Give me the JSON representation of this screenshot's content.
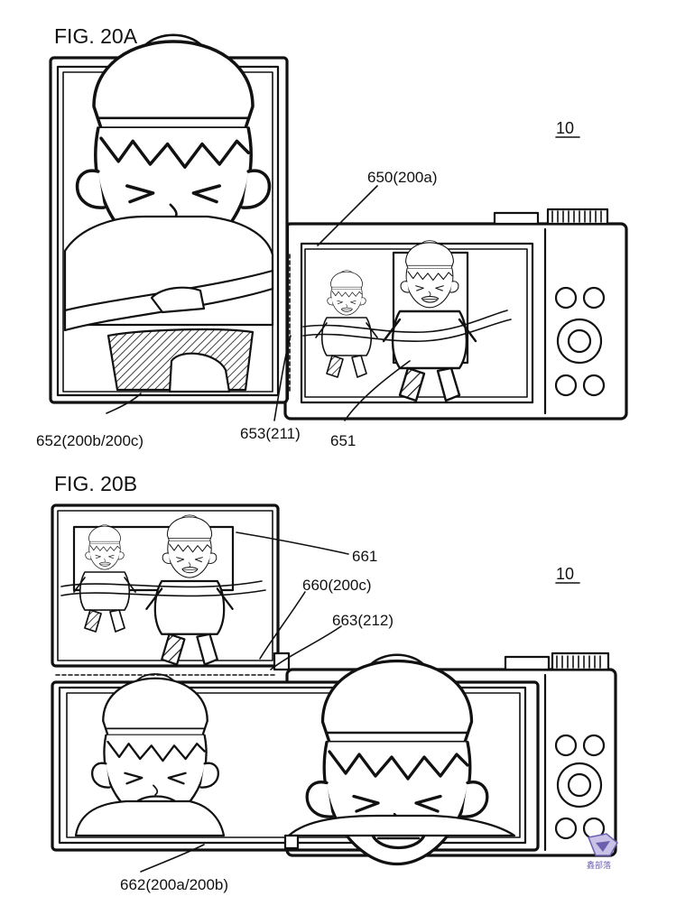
{
  "figures": [
    {
      "title": "FIG. 20A",
      "device_ref": "10",
      "callouts": [
        {
          "id": "650",
          "text": "650(200a)"
        },
        {
          "id": "652",
          "text": "652(200b/200c)"
        },
        {
          "id": "653",
          "text": "653(211)"
        },
        {
          "id": "651",
          "text": "651"
        }
      ]
    },
    {
      "title": "FIG. 20B",
      "device_ref": "10",
      "callouts": [
        {
          "id": "661",
          "text": "661"
        },
        {
          "id": "660",
          "text": "660(200c)"
        },
        {
          "id": "663",
          "text": "663(212)"
        },
        {
          "id": "662",
          "text": "662(200a/200b)"
        }
      ]
    }
  ],
  "watermark": {
    "text": "鑫部落"
  }
}
